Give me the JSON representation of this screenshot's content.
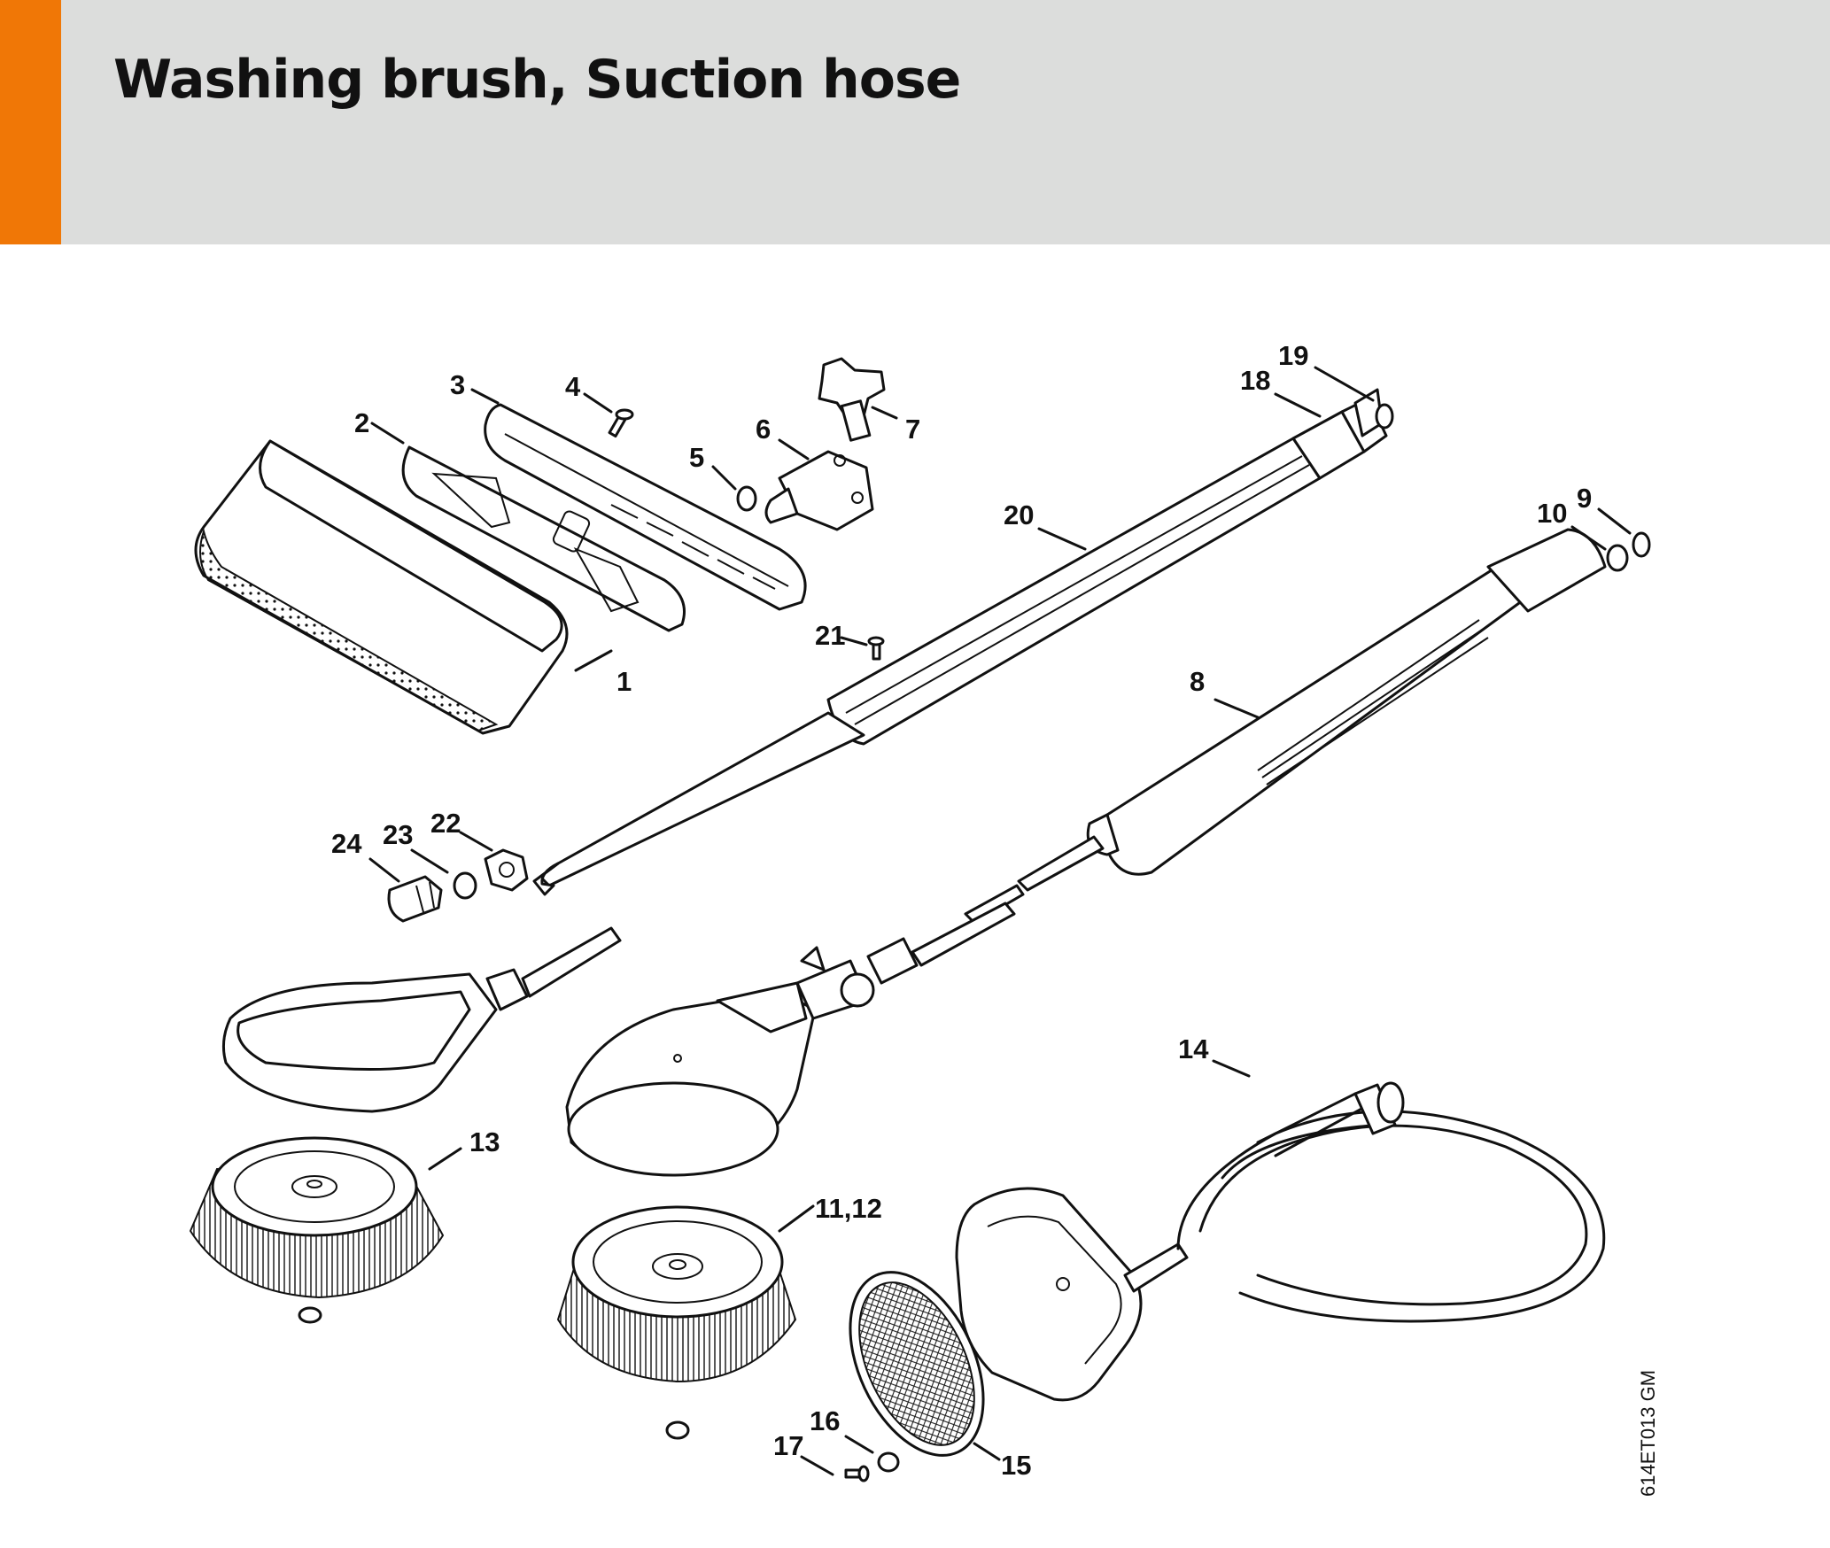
{
  "header": {
    "title": "Washing brush, Suction hose",
    "band_color": "#dcdddc",
    "accent_color": "#f07706"
  },
  "diagram": {
    "drawing_code": "614ET013 GM",
    "callouts": [
      {
        "id": "1",
        "label": "1"
      },
      {
        "id": "2",
        "label": "2"
      },
      {
        "id": "3",
        "label": "3"
      },
      {
        "id": "4",
        "label": "4"
      },
      {
        "id": "5",
        "label": "5"
      },
      {
        "id": "6",
        "label": "6"
      },
      {
        "id": "7",
        "label": "7"
      },
      {
        "id": "8",
        "label": "8"
      },
      {
        "id": "9",
        "label": "9"
      },
      {
        "id": "10",
        "label": "10"
      },
      {
        "id": "11-12",
        "label": "11,12"
      },
      {
        "id": "13",
        "label": "13"
      },
      {
        "id": "14",
        "label": "14"
      },
      {
        "id": "15",
        "label": "15"
      },
      {
        "id": "16",
        "label": "16"
      },
      {
        "id": "17",
        "label": "17"
      },
      {
        "id": "18",
        "label": "18"
      },
      {
        "id": "19",
        "label": "19"
      },
      {
        "id": "20",
        "label": "20"
      },
      {
        "id": "21",
        "label": "21"
      },
      {
        "id": "22",
        "label": "22"
      },
      {
        "id": "23",
        "label": "23"
      },
      {
        "id": "24",
        "label": "24"
      }
    ]
  }
}
